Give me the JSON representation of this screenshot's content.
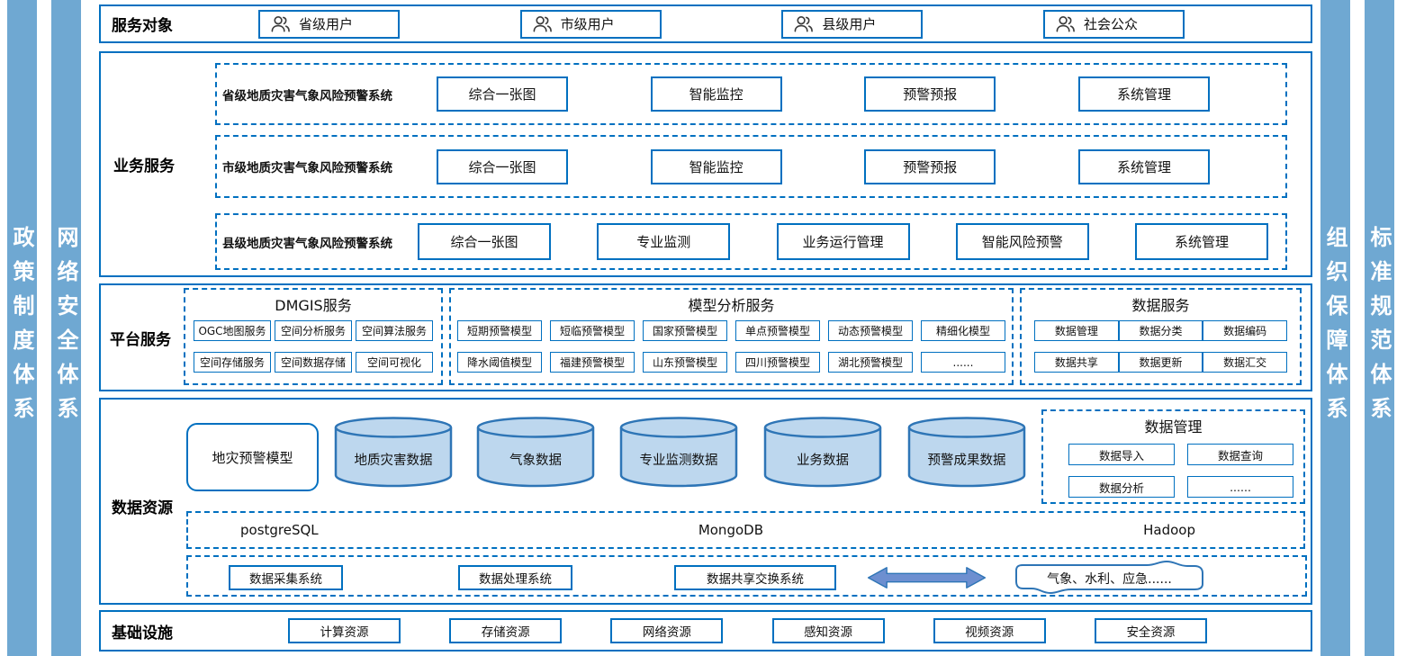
{
  "colors": {
    "accent_blue": "#0070C0",
    "sidebar_fill": "#6FA8D2",
    "cylinder_fill": "#BDD7EE",
    "cylinder_border": "#2E75B6",
    "arrow_fill": "#6D8FD0"
  },
  "sidebars": {
    "left": [
      {
        "label": "政策制度体系"
      },
      {
        "label": "网络安全体系"
      }
    ],
    "right": [
      {
        "label": "组织保障体系"
      },
      {
        "label": "标准规范体系"
      }
    ]
  },
  "service_objects": {
    "title": "服务对象",
    "icon": "users-icon",
    "items": [
      {
        "label": "省级用户"
      },
      {
        "label": "市级用户"
      },
      {
        "label": "县级用户"
      },
      {
        "label": "社会公众"
      }
    ]
  },
  "business_services": {
    "title": "业务服务",
    "groups": [
      {
        "label": "省级地质灾害气象风险预警系统",
        "items": [
          "综合一张图",
          "智能监控",
          "预警预报",
          "系统管理"
        ]
      },
      {
        "label": "市级地质灾害气象风险预警系统",
        "items": [
          "综合一张图",
          "智能监控",
          "预警预报",
          "系统管理"
        ]
      },
      {
        "label": "县级地质灾害气象风险预警系统",
        "items": [
          "综合一张图",
          "专业监测",
          "业务运行管理",
          "智能风险预警",
          "系统管理"
        ]
      }
    ]
  },
  "platform_services": {
    "title": "平台服务",
    "groups": [
      {
        "title": "DMGIS服务",
        "rows": [
          [
            "OGC地图服务",
            "空间分析服务",
            "空间算法服务"
          ],
          [
            "空间存储服务",
            "空间数据存储",
            "空间可视化"
          ]
        ]
      },
      {
        "title": "模型分析服务",
        "rows": [
          [
            "短期预警模型",
            "短临预警模型",
            "国家预警模型",
            "单点预警模型",
            "动态预警模型",
            "精细化模型"
          ],
          [
            "降水阈值模型",
            "福建预警模型",
            "山东预警模型",
            "四川预警模型",
            "湖北预警模型",
            "......"
          ]
        ]
      },
      {
        "title": "数据服务",
        "rows": [
          [
            "数据管理",
            "数据分类",
            "数据编码"
          ],
          [
            "数据共享",
            "数据更新",
            "数据汇交"
          ]
        ]
      }
    ]
  },
  "data_resources": {
    "title": "数据资源",
    "model_box": "地灾预警模型",
    "cylinders": [
      "地质灾害数据",
      "气象数据",
      "专业监测数据",
      "业务数据",
      "预警成果数据"
    ],
    "data_management": {
      "title": "数据管理",
      "items": [
        "数据导入",
        "数据查询",
        "数据分析",
        "......"
      ]
    },
    "databases": [
      "postgreSQL",
      "MongoDB",
      "Hadoop"
    ],
    "systems": [
      "数据采集系统",
      "数据处理系统",
      "数据共享交换系统"
    ],
    "external": "气象、水利、应急......"
  },
  "infrastructure": {
    "title": "基础设施",
    "items": [
      "计算资源",
      "存储资源",
      "网络资源",
      "感知资源",
      "视频资源",
      "安全资源"
    ]
  }
}
